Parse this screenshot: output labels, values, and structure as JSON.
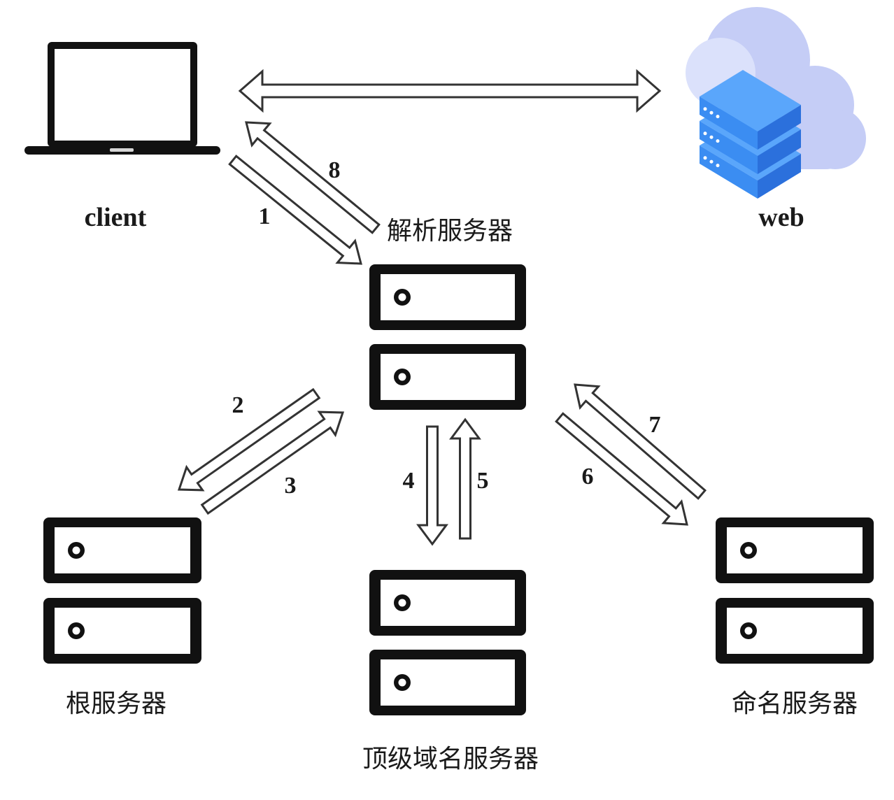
{
  "diagram": {
    "nodes": {
      "client": "client",
      "web": "web",
      "resolver": "解析服务器",
      "root": "根服务器",
      "tld": "顶级域名服务器",
      "authoritative": "命名服务器"
    },
    "steps": [
      "1",
      "2",
      "3",
      "4",
      "5",
      "6",
      "7",
      "8"
    ]
  },
  "icons": {
    "client": "laptop-icon",
    "web": "cloud-server-icon",
    "servers": "server-rack-icon"
  },
  "colors": {
    "stroke": "#333333",
    "arrow_fill": "#ffffff",
    "server": "#111111",
    "cloud": "#c5cdf6",
    "cloud_highlight": "#dbe1fb",
    "server_blue_top": "#5aa6fb",
    "server_blue_left": "#3b8df2",
    "server_blue_right": "#2b70dc"
  }
}
